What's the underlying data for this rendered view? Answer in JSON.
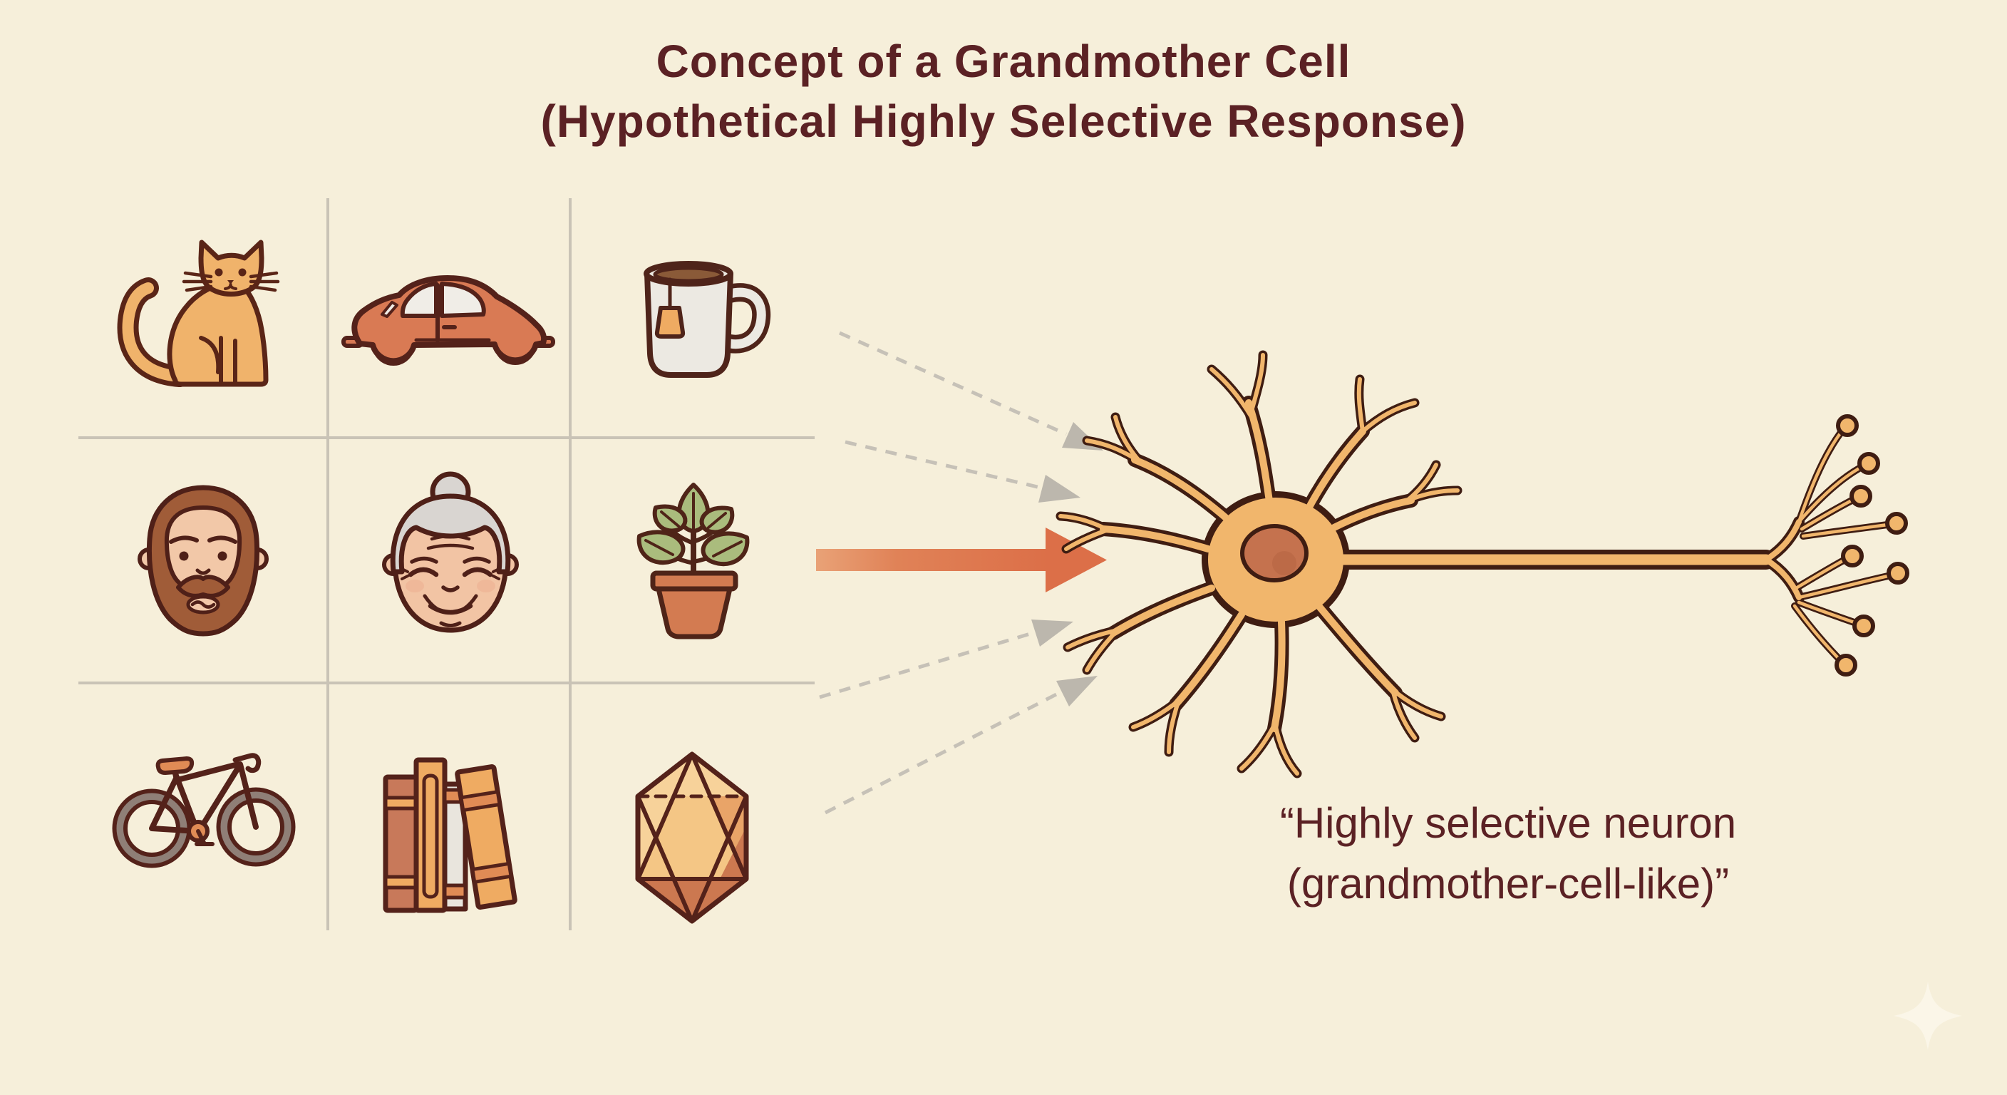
{
  "title": {
    "line1": "Concept of a Grandmother Cell",
    "line2": "(Hypothetical Highly Selective Response)"
  },
  "caption": {
    "line1": "“Highly selective neuron",
    "line2": "(grandmother-cell-like)”"
  },
  "stimulus_grid": {
    "rows": 3,
    "columns": 3,
    "items": [
      {
        "id": "cat",
        "label": "cat"
      },
      {
        "id": "car",
        "label": "vintage beetle car"
      },
      {
        "id": "mug",
        "label": "mug with teabag"
      },
      {
        "id": "man",
        "label": "bearded man face"
      },
      {
        "id": "grandmother",
        "label": "grandmother face"
      },
      {
        "id": "plant",
        "label": "potted plant"
      },
      {
        "id": "bicycle",
        "label": "bicycle"
      },
      {
        "id": "books",
        "label": "row of books"
      },
      {
        "id": "icosahedron",
        "label": "geometric icosahedron"
      }
    ]
  },
  "arrows": {
    "strong_input": {
      "style": "solid",
      "color": "#de7450",
      "aligned_with": "grandmother row"
    },
    "weak_inputs": {
      "style": "dashed",
      "color": "#c6c1b7",
      "count": 4
    }
  },
  "neuron": {
    "parts": [
      "dendrites",
      "soma",
      "nucleus",
      "axon",
      "axon terminals"
    ],
    "terminal_bouton_count": 8
  },
  "colors": {
    "background": "#f6efda",
    "outline": "#54221a",
    "neuron_fill": "#f1b66c",
    "nucleus": "#c5724e",
    "strong_arrow": "#de7450",
    "weak_arrow": "#c6c1b7",
    "grid_line": "#c9c3b6",
    "text": "#5b2124",
    "accent_orange": "#e08b55",
    "terracotta": "#d27a50",
    "leaf_green": "#a9bd7a",
    "hair_gray": "#d9d5d1"
  }
}
